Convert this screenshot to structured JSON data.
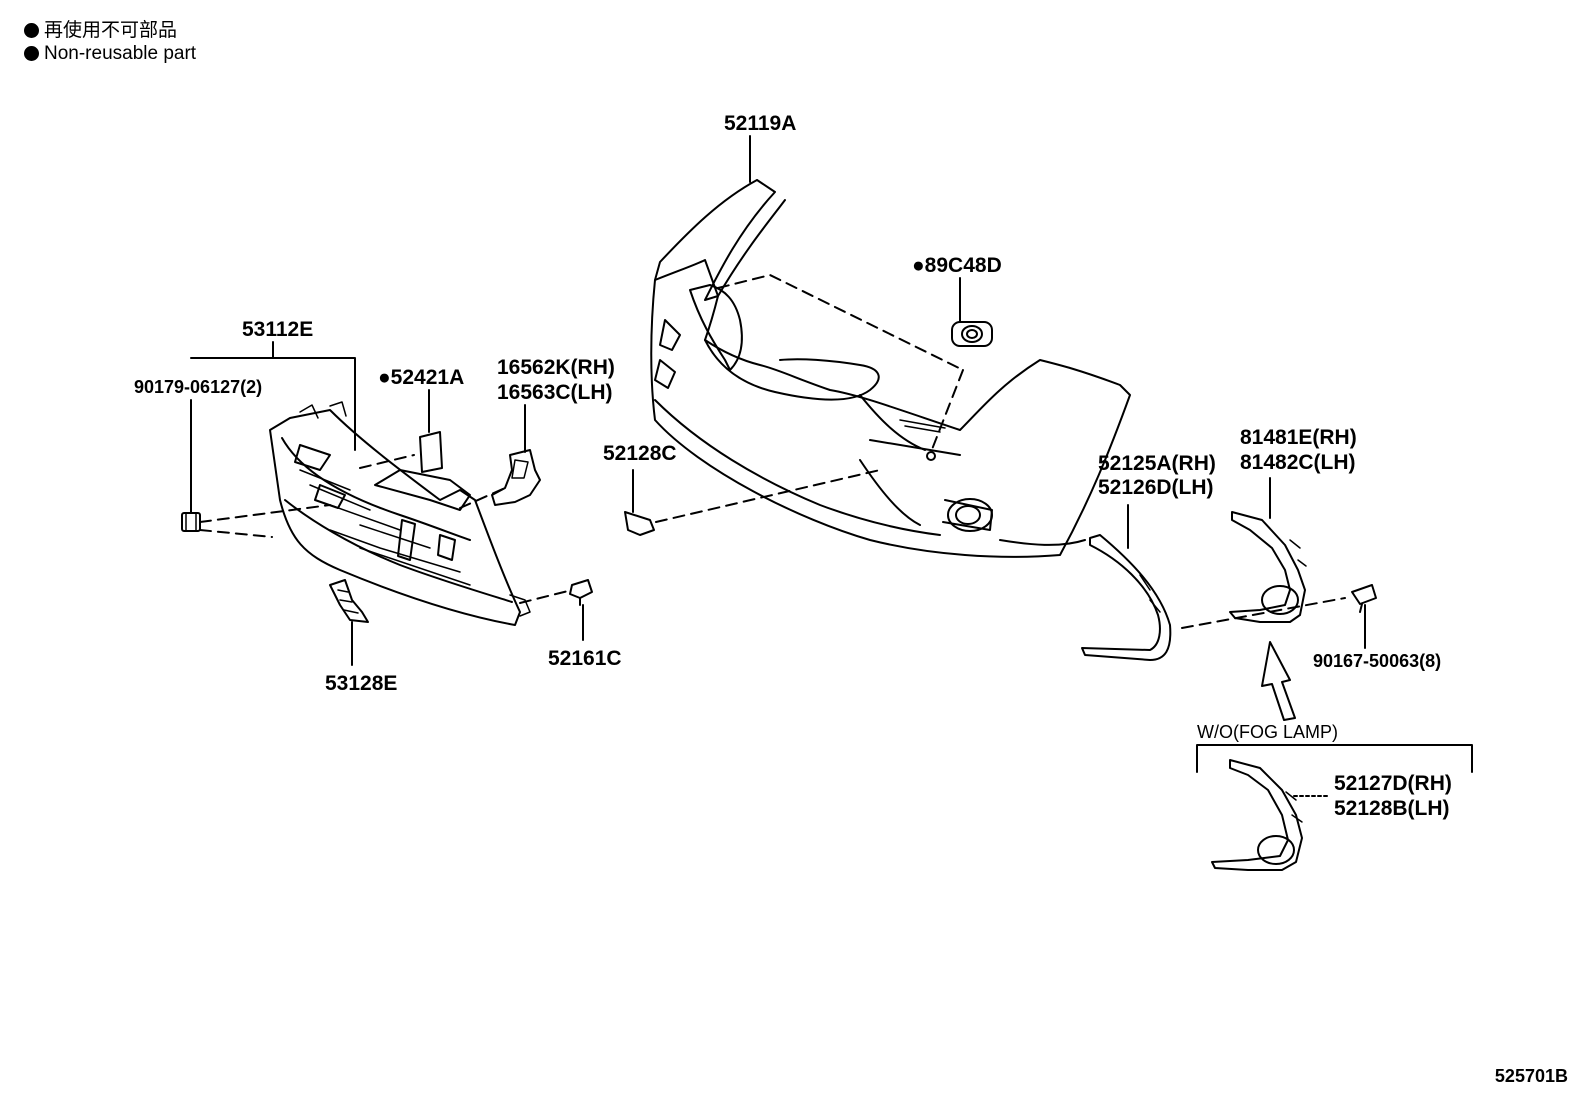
{
  "legend": {
    "jp": "再使用不可部品",
    "en": "Non-reusable part"
  },
  "parts": {
    "p52119A": "52119A",
    "p89C48D": "●89C48D",
    "p53112E": "53112E",
    "p90179": "90179-06127(2)",
    "p52421A": "●52421A",
    "p16562K": "16562K(RH)",
    "p16563C": "16563C(LH)",
    "p52128C": "52128C",
    "p53128E": "53128E",
    "p52161C": "52161C",
    "p52125A": "52125A(RH)",
    "p52126D": "52126D(LH)",
    "p81481E": "81481E(RH)",
    "p81482C": "81482C(LH)",
    "p90167": "90167-50063(8)",
    "p52127D": "52127D(RH)",
    "p52128B": "52128B(LH)"
  },
  "variant_label": "W/O(FOG LAMP)",
  "diagram_ref": "525701B"
}
